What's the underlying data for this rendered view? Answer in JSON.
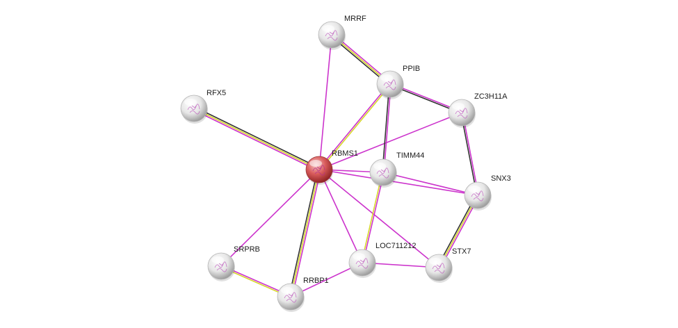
{
  "network": {
    "center_color": "#d95c5c",
    "node_color": "#e6e6e6",
    "edge_colors": {
      "magenta": "#cc33cc",
      "yellow": "#d6d62a",
      "black": "#333333"
    },
    "nodes": [
      {
        "id": "MRRF",
        "label": "MRRF"
      },
      {
        "id": "PPIB",
        "label": "PPIB"
      },
      {
        "id": "ZC3H11A",
        "label": "ZC3H11A"
      },
      {
        "id": "RFX5",
        "label": "RFX5"
      },
      {
        "id": "RBMS1",
        "label": "RBMS1",
        "query": true
      },
      {
        "id": "TIMM44",
        "label": "TIMM44"
      },
      {
        "id": "SNX3",
        "label": "SNX3"
      },
      {
        "id": "SRPRB",
        "label": "SRPRB"
      },
      {
        "id": "LOC711212",
        "label": "LOC711212"
      },
      {
        "id": "STX7",
        "label": "STX7"
      },
      {
        "id": "RRBP1",
        "label": "RRBP1"
      }
    ],
    "edges": [
      {
        "source": "RBMS1",
        "target": "MRRF",
        "evidence": [
          "magenta"
        ]
      },
      {
        "source": "RBMS1",
        "target": "PPIB",
        "evidence": [
          "magenta",
          "yellow"
        ]
      },
      {
        "source": "RBMS1",
        "target": "ZC3H11A",
        "evidence": [
          "magenta"
        ]
      },
      {
        "source": "RBMS1",
        "target": "RFX5",
        "evidence": [
          "magenta",
          "yellow",
          "black"
        ]
      },
      {
        "source": "RBMS1",
        "target": "TIMM44",
        "evidence": [
          "magenta"
        ]
      },
      {
        "source": "RBMS1",
        "target": "SNX3",
        "evidence": [
          "magenta"
        ]
      },
      {
        "source": "RBMS1",
        "target": "SRPRB",
        "evidence": [
          "magenta"
        ]
      },
      {
        "source": "RBMS1",
        "target": "LOC711212",
        "evidence": [
          "magenta"
        ]
      },
      {
        "source": "RBMS1",
        "target": "STX7",
        "evidence": [
          "magenta"
        ]
      },
      {
        "source": "RBMS1",
        "target": "RRBP1",
        "evidence": [
          "magenta",
          "yellow",
          "black"
        ]
      },
      {
        "source": "MRRF",
        "target": "PPIB",
        "evidence": [
          "magenta",
          "yellow",
          "black"
        ]
      },
      {
        "source": "PPIB",
        "target": "ZC3H11A",
        "evidence": [
          "magenta",
          "black"
        ]
      },
      {
        "source": "PPIB",
        "target": "TIMM44",
        "evidence": [
          "magenta",
          "black"
        ]
      },
      {
        "source": "ZC3H11A",
        "target": "SNX3",
        "evidence": [
          "magenta",
          "black"
        ]
      },
      {
        "source": "TIMM44",
        "target": "SNX3",
        "evidence": [
          "magenta"
        ]
      },
      {
        "source": "TIMM44",
        "target": "LOC711212",
        "evidence": [
          "magenta",
          "yellow"
        ]
      },
      {
        "source": "SNX3",
        "target": "STX7",
        "evidence": [
          "magenta",
          "yellow",
          "black"
        ]
      },
      {
        "source": "SRPRB",
        "target": "RRBP1",
        "evidence": [
          "magenta",
          "yellow"
        ]
      },
      {
        "source": "LOC711212",
        "target": "STX7",
        "evidence": [
          "magenta"
        ]
      },
      {
        "source": "LOC711212",
        "target": "RRBP1",
        "evidence": [
          "magenta"
        ]
      }
    ]
  }
}
